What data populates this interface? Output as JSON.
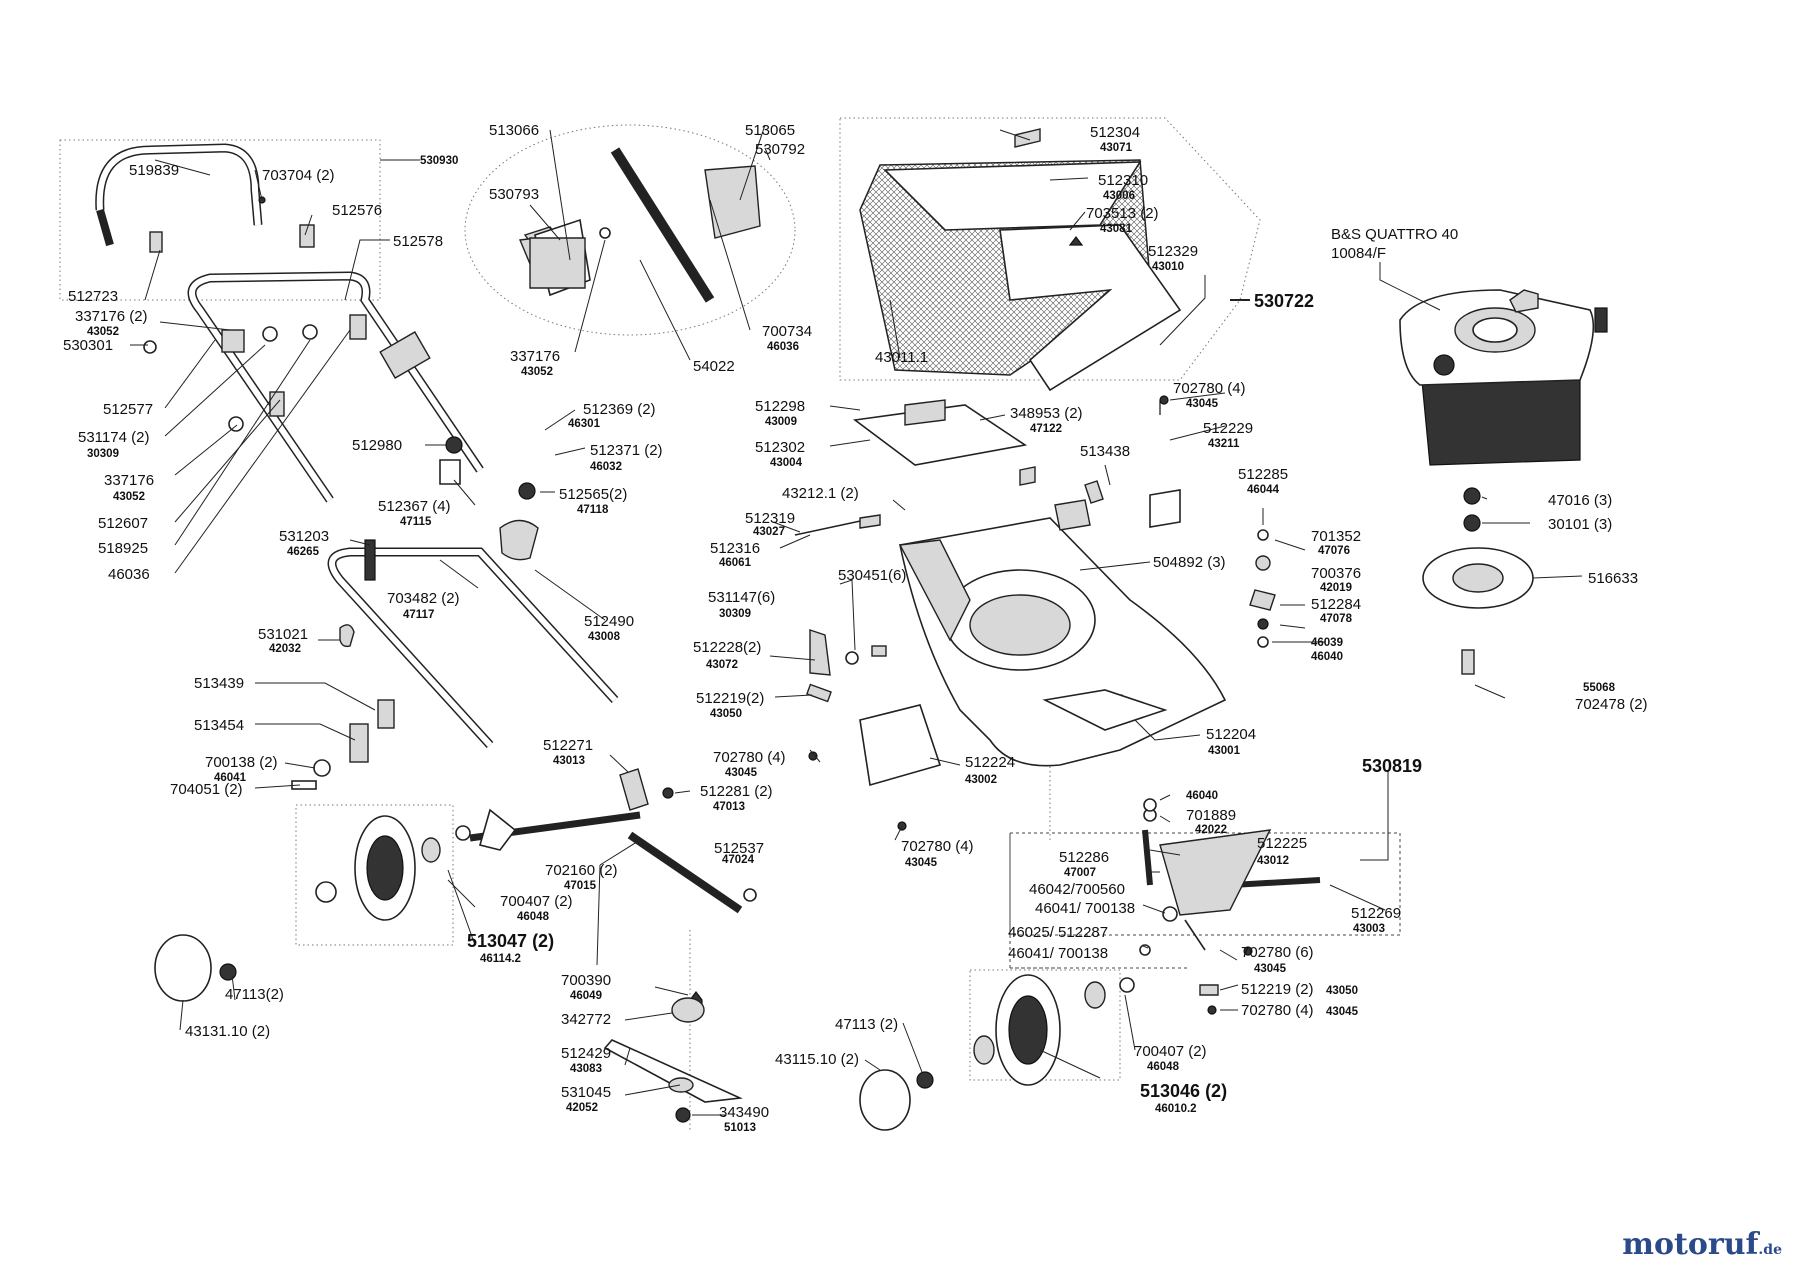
{
  "labels": {
    "l530930": "530930",
    "l519839": "519839",
    "l703704": "703704 (2)",
    "l512576": "512576",
    "l512723": "512723",
    "l512578": "512578",
    "l337176a": "337176 (2)",
    "l337176a_s": "43052",
    "l530301": "530301",
    "l512577": "512577",
    "l531174": "531174 (2)",
    "l531174_s": "30309",
    "l337176b": "337176",
    "l337176b_s": "43052",
    "l512607": "512607",
    "l518925": "518925",
    "l46036": "46036",
    "l513066": "513066",
    "l513065": "513065",
    "l530792": "530792",
    "l530793": "530793",
    "l337176c": "337176",
    "l337176c_s": "43052",
    "l54022": "54022",
    "l700734": "700734",
    "l700734_s": "46036",
    "l512980": "512980",
    "l512369": "512369 (2)",
    "l512369_s": "46301",
    "l512371": "512371 (2)",
    "l512371_s": "46032",
    "l512367": "512367 (4)",
    "l512367_s": "47115",
    "l512565": "512565(2)",
    "l512565_s": "47118",
    "l531203": "531203",
    "l531203_s": "46265",
    "l703482": "703482 (2)",
    "l703482_s": "47117",
    "l512490": "512490",
    "l512490_s": "43008",
    "l531021": "531021",
    "l531021_s": "42032",
    "l513439": "513439",
    "l513454": "513454",
    "l700138": "700138 (2)",
    "l700138_s": "46041",
    "l704051": "704051 (2)",
    "l512304": "512304",
    "l512304_s": "43071",
    "l512310": "512310",
    "l512310_s": "43006",
    "l703513": "703513 (2)",
    "l703513_s": "43081",
    "l512329": "512329",
    "l512329_s": "43010",
    "l530722": "530722",
    "l43011": "43011.1",
    "lBS": "B&S QUATTRO 40",
    "lBS_s": "10084/F",
    "l702780a": "702780 (4)",
    "l702780a_s": "43045",
    "l512229": "512229",
    "l512229_s": "43211",
    "l513438": "513438",
    "l512285": "512285",
    "l512285_s": "46044",
    "l47016": "47016 (3)",
    "l30101": "30101 (3)",
    "l512298": "512298",
    "l512298_s": "43009",
    "l348953": "348953 (2)",
    "l348953_s": "47122",
    "l512302": "512302",
    "l512302_s": "43004",
    "l43212": "43212.1 (2)",
    "l512319": "512319",
    "l512319_s": "43027",
    "l512316": "512316",
    "l512316_s": "46061",
    "l504892": "504892 (3)",
    "l701352": "701352",
    "l701352_s": "47076",
    "l700376": "700376",
    "l700376_s": "42019",
    "l512284": "512284",
    "l512284_s": "47078",
    "l516633": "516633",
    "l46039": "46039",
    "l46040a": "46040",
    "l530451": "530451(6)",
    "l531147": "531147(6)",
    "l531147_s": "30309",
    "l512228": "512228(2)",
    "l512228_s": "43072",
    "l512219a": "512219(2)",
    "l512219a_s": "43050",
    "l55068": "55068",
    "l702478": "702478 (2)",
    "l512204": "512204",
    "l512204_s": "43001",
    "l702780b": "702780 (4)",
    "l702780b_s": "43045",
    "l512224": "512224",
    "l512224_s": "43002",
    "l530819": "530819",
    "l512271": "512271",
    "l512271_s": "43013",
    "l512281": "512281 (2)",
    "l512281_s": "47013",
    "l702780c": "702780 (4)",
    "l702780c_s": "43045",
    "l46040b": "46040",
    "l701889": "701889",
    "l701889_s": "42022",
    "l512225": "512225",
    "l512225_s": "43012",
    "l512286": "512286",
    "l512286_s": "47007",
    "l46042": "46042/700560",
    "l46041a": "46041/ 700138",
    "l46025": "46025/ 512287",
    "l46041b": "46041/ 700138",
    "l512269": "512269",
    "l512269_s": "43003",
    "l702780d": "702780 (6)",
    "l702780d_s": "43045",
    "l512219b": "512219 (2)",
    "l512219b_s": "43050",
    "l702780e": "702780 (4)",
    "l702780e_s": "43045",
    "l512537": "512537",
    "l512537_s": "47024",
    "l702160": "702160 (2)",
    "l702160_s": "47015",
    "l700407a": "700407 (2)",
    "l700407a_s": "46048",
    "l513047": "513047 (2)",
    "l513047_s": "46114.2",
    "l47113a": "47113(2)",
    "l43131": "43131.10 (2)",
    "l700390": "700390",
    "l700390_s": "46049",
    "l342772": "342772",
    "l512429": "512429",
    "l512429_s": "43083",
    "l531045": "531045",
    "l531045_s": "42052",
    "l343490": "343490",
    "l343490_s": "51013",
    "l47113b": "47113 (2)",
    "l43115": "43115.10 (2)",
    "l700407b": "700407 (2)",
    "l700407b_s": "46048",
    "l513046": "513046 (2)",
    "l513046_s": "46010.2"
  },
  "logo": {
    "main": "motoruf",
    "tld": ".de"
  }
}
